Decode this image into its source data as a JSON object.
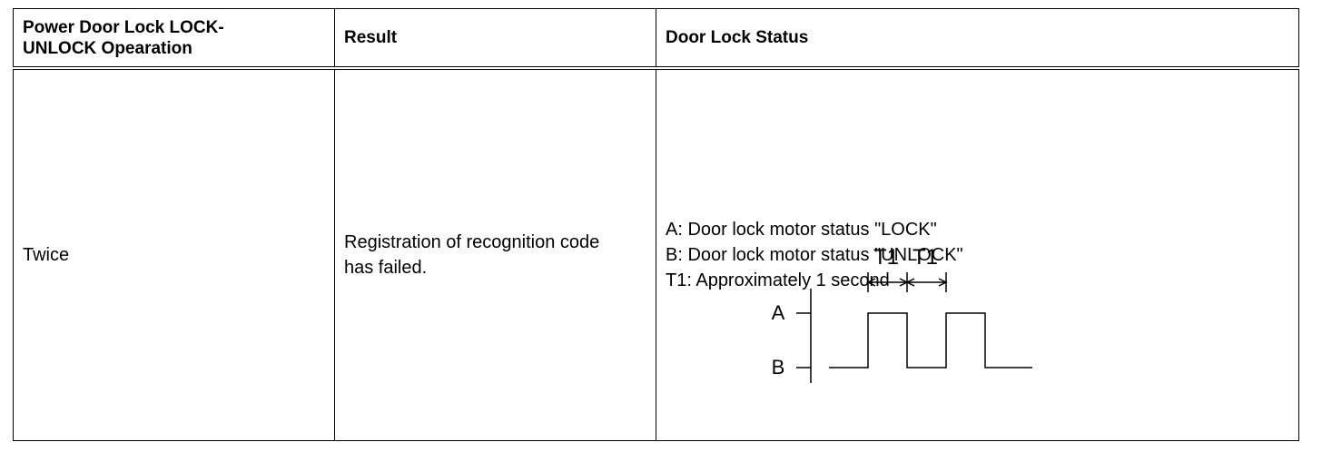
{
  "table": {
    "headers": {
      "operation": "Power Door Lock LOCK-\nUNLOCK Opearation",
      "operation_line1": "Power Door Lock LOCK-",
      "operation_line2": "UNLOCK Opearation",
      "result": "Result",
      "status": "Door Lock Status"
    },
    "row": {
      "operation": "Twice",
      "result_line1": "Registration of recognition code",
      "result_line2": "has failed.",
      "legend": [
        "A: Door lock motor status \"LOCK\"",
        "B: Door lock motor status \"UNLOCK\"",
        "T1: Approximately 1 second"
      ]
    }
  },
  "diagram": {
    "label_a": "A",
    "label_b": "B",
    "t1_left": "T1",
    "t1_right": "T1"
  }
}
